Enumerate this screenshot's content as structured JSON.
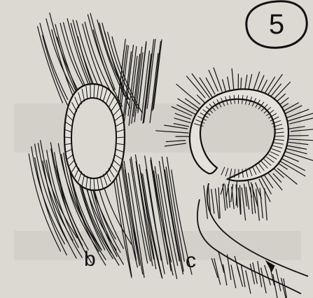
{
  "figure_number": "5",
  "panels": [
    {
      "label": "b"
    },
    {
      "label": "c"
    }
  ],
  "colors": {
    "background": "#dcd9d3",
    "ink": "#111111",
    "faint_band": "#c9c6c0"
  }
}
